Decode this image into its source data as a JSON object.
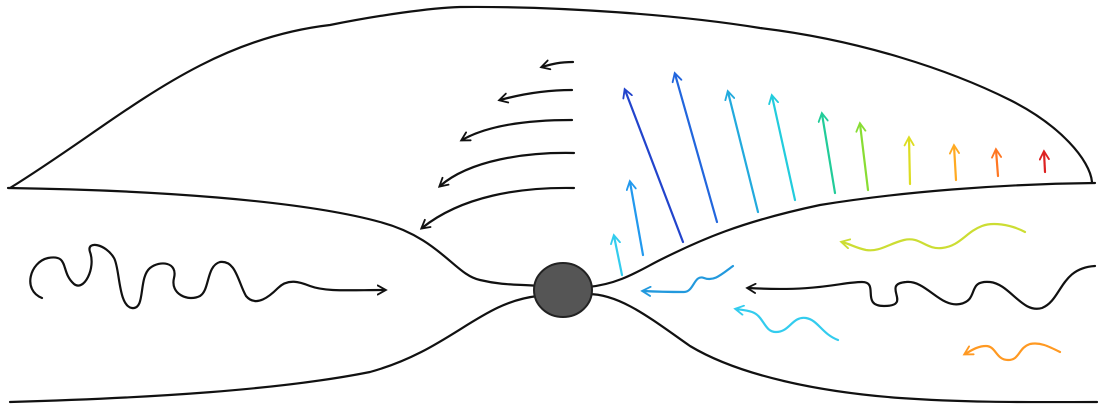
{
  "colors": {
    "outline": "#111111",
    "central_object_fill": "#555555",
    "background": "#ffffff",
    "outflow_blue": "#1f3fbf",
    "outflow_cyan": "#22ccee",
    "outflow_green": "#22cc88",
    "outflow_yellow": "#ccdd22",
    "outflow_orange": "#ff9922",
    "outflow_red": "#dd2222",
    "inflow_black": "#111111",
    "inflow_yellow": "#ccdd33",
    "inflow_cyan": "#33ccee",
    "inflow_blue": "#2299dd",
    "inflow_orange": "#ff9922"
  },
  "diagram": {
    "components": [
      "outer-envelope",
      "disk-surfaces",
      "central-object",
      "left-infalling-arrows",
      "right-outflow-arrows",
      "left-turbulent-inflow",
      "right-turbulent-inflows"
    ]
  }
}
